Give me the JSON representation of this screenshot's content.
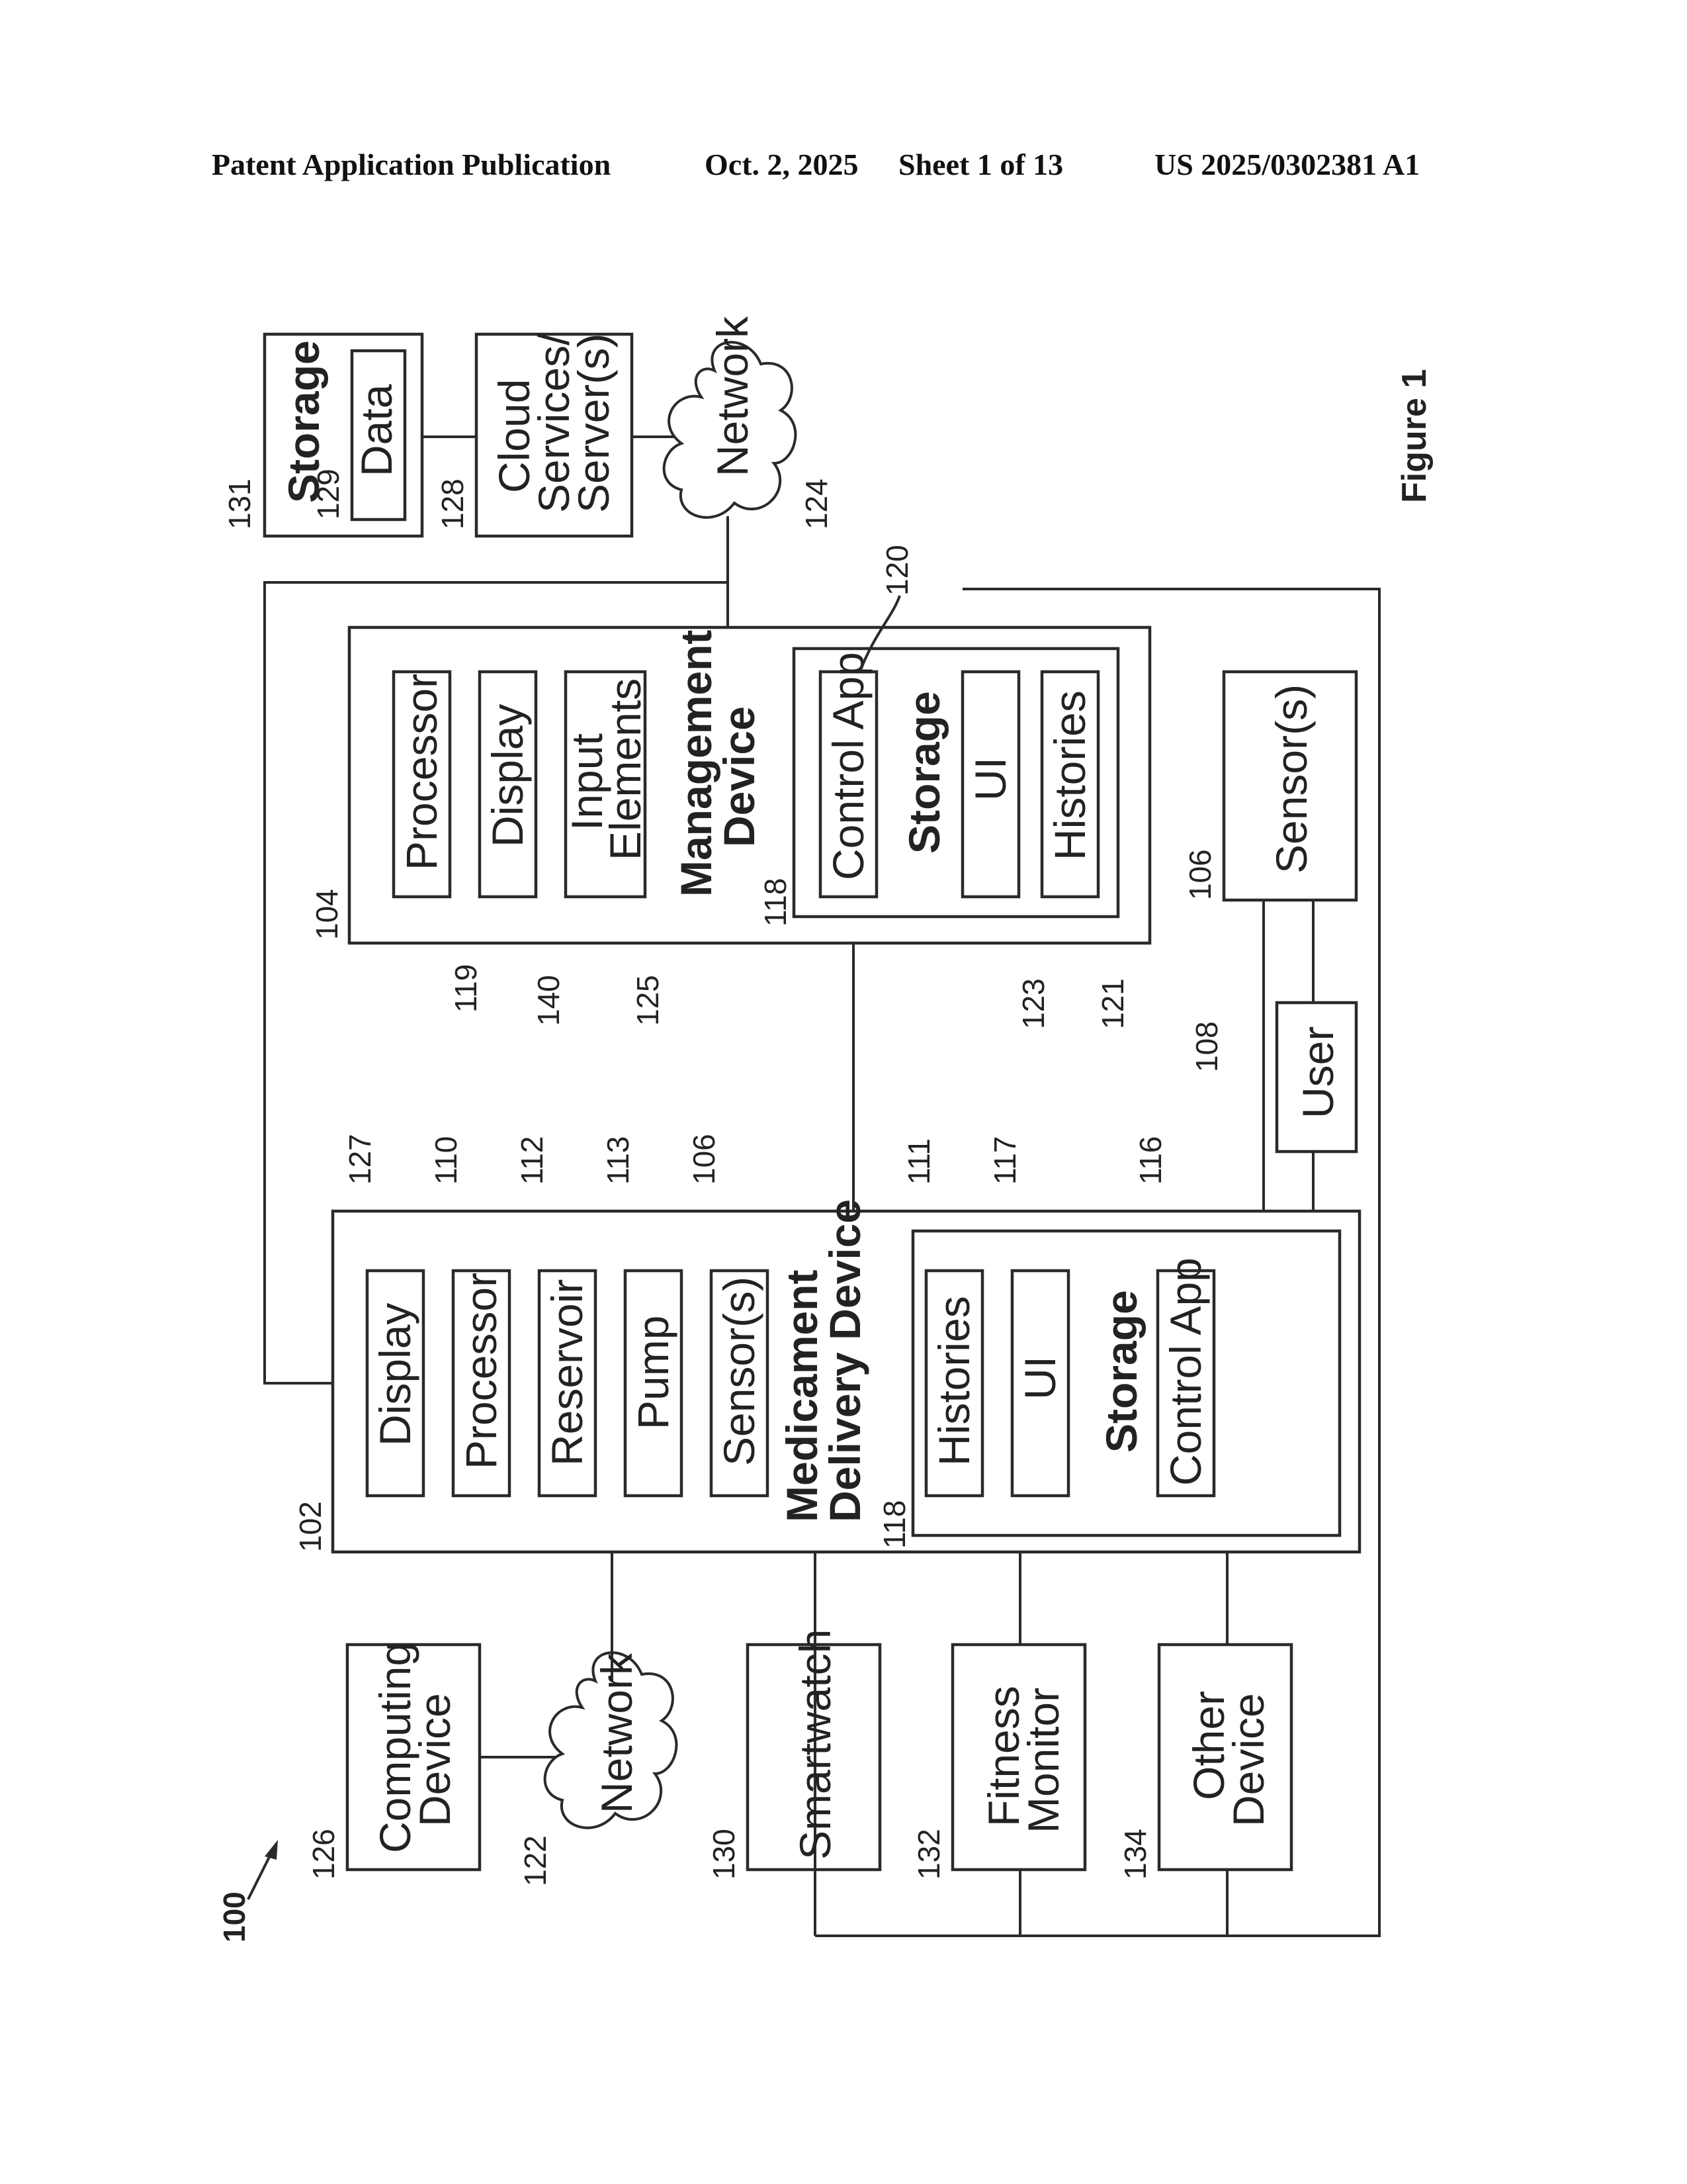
{
  "header": {
    "title": "Patent Application Publication",
    "date": "Oct. 2, 2025",
    "sheet": "Sheet 1 of 13",
    "pub_number": "US 2025/0302381 A1"
  },
  "figure": {
    "number": "100",
    "caption": "Figure 1"
  },
  "devices": {
    "storage_top": {
      "title": "Storage",
      "data": "Data",
      "ref": "131",
      "data_ref": "129"
    },
    "cloud": {
      "line1": "Cloud",
      "line2": "Services/",
      "line3": "Server(s)",
      "ref": "128"
    },
    "network_top": {
      "label": "Network",
      "ref": "124"
    },
    "management": {
      "line1": "Management",
      "line2": "Device",
      "ref": "104",
      "processor": "Processor",
      "processor_ref": "119",
      "display": "Display",
      "display_ref": "140",
      "input_line1": "Input",
      "input_line2": "Elements",
      "input_ref": "125",
      "storage": "Storage",
      "storage_ref": "118",
      "control_app": "Control App",
      "control_app_ref": "120",
      "ui": "UI",
      "ui_ref": "123",
      "histories": "Histories",
      "histories_ref": "121"
    },
    "sensors_right": {
      "label": "Sensor(s)",
      "ref": "106"
    },
    "user": {
      "label": "User",
      "ref": "108"
    },
    "medicament": {
      "line1": "Medicament",
      "line2": "Delivery Device",
      "ref": "102",
      "display": "Display",
      "display_ref": "127",
      "processor": "Processor",
      "processor_ref": "110",
      "reservoir": "Reservoir",
      "reservoir_ref": "112",
      "pump": "Pump",
      "pump_ref": "113",
      "sensors": "Sensor(s)",
      "sensors_ref": "106",
      "storage": "Storage",
      "storage_ref": "118",
      "histories": "Histories",
      "histories_ref": "111",
      "ui": "UI",
      "ui_ref": "117",
      "control_app": "Control App",
      "control_app_ref": "116"
    },
    "computing": {
      "line1": "Computing",
      "line2": "Device",
      "ref": "126"
    },
    "network_left": {
      "label": "Network",
      "ref": "122"
    },
    "smartwatch": {
      "label": "Smartwatch",
      "ref": "130"
    },
    "fitness": {
      "line1": "Fitness",
      "line2": "Monitor",
      "ref": "132"
    },
    "other": {
      "line1": "Other",
      "line2": "Device",
      "ref": "134"
    }
  }
}
